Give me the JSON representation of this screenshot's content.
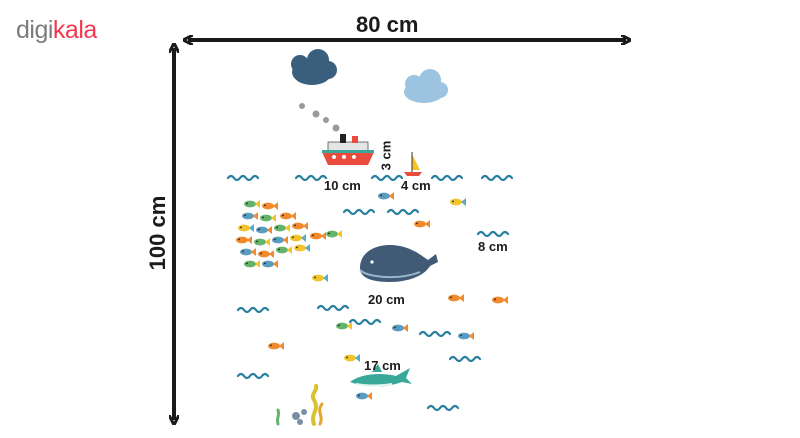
{
  "brand": {
    "logo_part1": "digi",
    "logo_part2": "kala"
  },
  "dimensions": {
    "width_label": "80 cm",
    "height_label": "100 cm"
  },
  "item_sizes": {
    "ship_width": "10 cm",
    "ship_height": "3 cm",
    "sailboat": "4 cm",
    "wave": "8 cm",
    "whale": "20 cm",
    "shark": "17 cm"
  },
  "colors": {
    "arrow": "#1a1a1a",
    "cloud_dark": "#3a5f7d",
    "cloud_light": "#9cc3e0",
    "whale": "#415b76",
    "wave": "#2a7f9e",
    "shark": "#3aa898",
    "fish_orange": "#f08a2c",
    "fish_yellow": "#f2c32a",
    "seaweed": "#d9c22e"
  }
}
